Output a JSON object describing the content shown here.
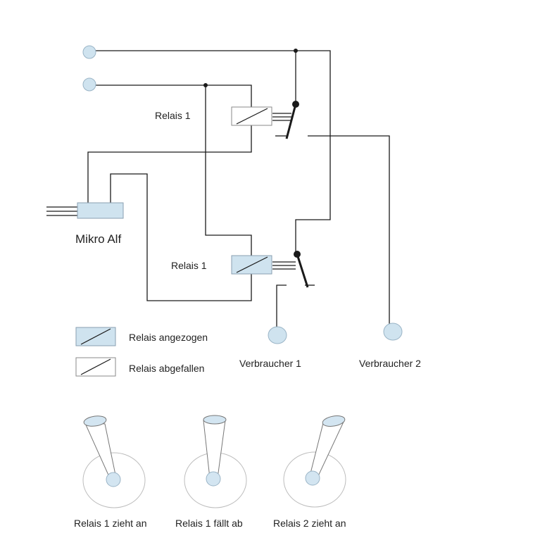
{
  "colors": {
    "line": "#1a1a1a",
    "relay_on_fill": "#cfe3ef",
    "relay_off_fill": "#ffffff",
    "terminal_fill": "#cfe3ef",
    "terminal_stroke": "#9ab4c6",
    "knob_fill": "#d3e5f1",
    "knob_ring": "#bdbdbd",
    "lever_stroke": "#888888"
  },
  "labels": {
    "relay_top": "Relais 1",
    "relay_bottom": "Relais 1",
    "controller": "Mikro Alf",
    "load_1": "Verbraucher 1",
    "load_2": "Verbraucher 2"
  },
  "legend": {
    "energized": "Relais angezogen",
    "released": "Relais abgefallen"
  },
  "joysticks": [
    {
      "caption": "Relais 1 zieht an"
    },
    {
      "caption": "Relais 1 fällt ab"
    },
    {
      "caption": "Relais 2 zieht an"
    }
  ]
}
